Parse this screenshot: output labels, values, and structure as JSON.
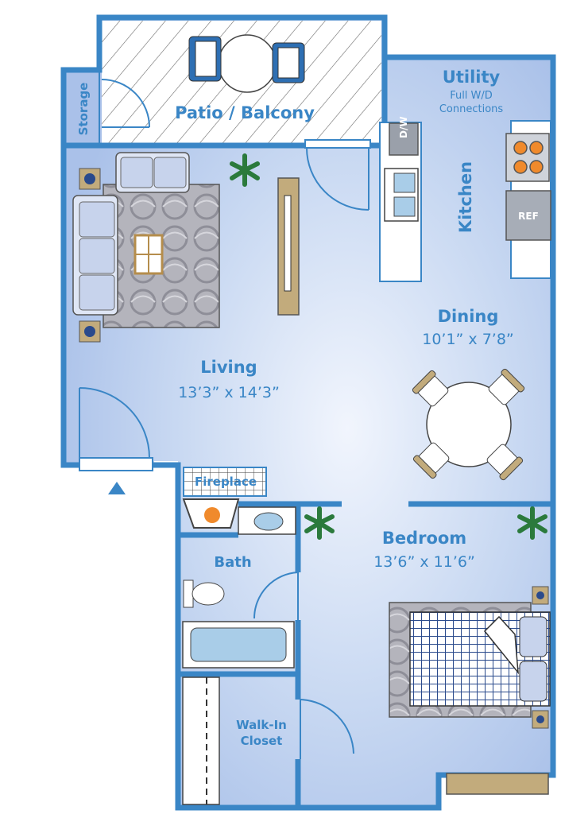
{
  "rooms": {
    "patio": {
      "label": "Patio / Balcony"
    },
    "storage": {
      "label": "Storage"
    },
    "utility": {
      "label": "Utility",
      "note_line1": "Full W/D",
      "note_line2": "Connections"
    },
    "kitchen": {
      "label": "Kitchen"
    },
    "dining": {
      "label": "Dining",
      "dimensions": "10’1” x 7’8”"
    },
    "living": {
      "label": "Living",
      "dimensions": "13’3” x 14’3”"
    },
    "fireplace": {
      "label": "Fireplace"
    },
    "bath": {
      "label": "Bath"
    },
    "bedroom": {
      "label": "Bedroom",
      "dimensions": "13’6” x 11’6”"
    },
    "closet": {
      "label_line1": "Walk-In",
      "label_line2": "Closet"
    }
  },
  "appliances": {
    "dishwasher": "D/W",
    "refrigerator": "REF"
  },
  "icons": {
    "entry": "entry-arrow-icon",
    "plant": "plant-icon",
    "lamp": "lamp-icon"
  },
  "colors": {
    "wall": "#3a86c6",
    "floor": "#b9cdee",
    "floor_center": "#eef3fc",
    "rug": "#a9a9b2",
    "accent_orange": "#f08a2c"
  }
}
